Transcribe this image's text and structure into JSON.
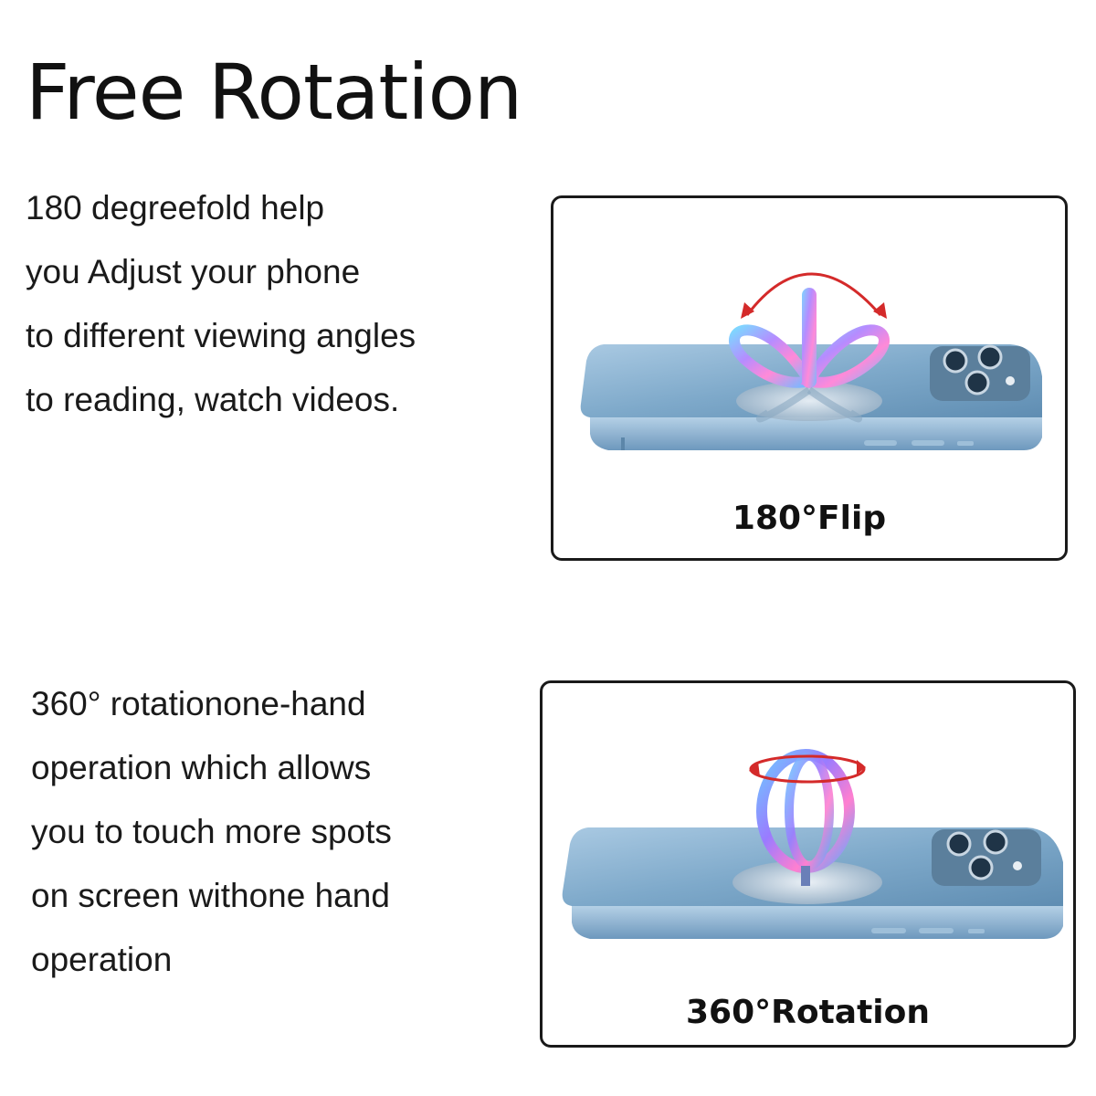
{
  "title": "Free Rotation",
  "section1": {
    "lines": [
      "180 degreefold help",
      "you Adjust your phone",
      "to different viewing angles",
      "to reading, watch videos."
    ],
    "caption": "180°Flip",
    "image": "phone-with-butterfly-ring-holder-flip"
  },
  "section2": {
    "lines": [
      "360° rotationone-hand",
      "operation which allows",
      "you to touch more spots",
      "on screen withone hand",
      "operation"
    ],
    "caption": "360°Rotation",
    "image": "phone-with-butterfly-ring-holder-rotation"
  },
  "colors": {
    "phone_blue": "#7fa9c9",
    "arrow_red": "#d42a2a",
    "border": "#1a1a1a"
  }
}
